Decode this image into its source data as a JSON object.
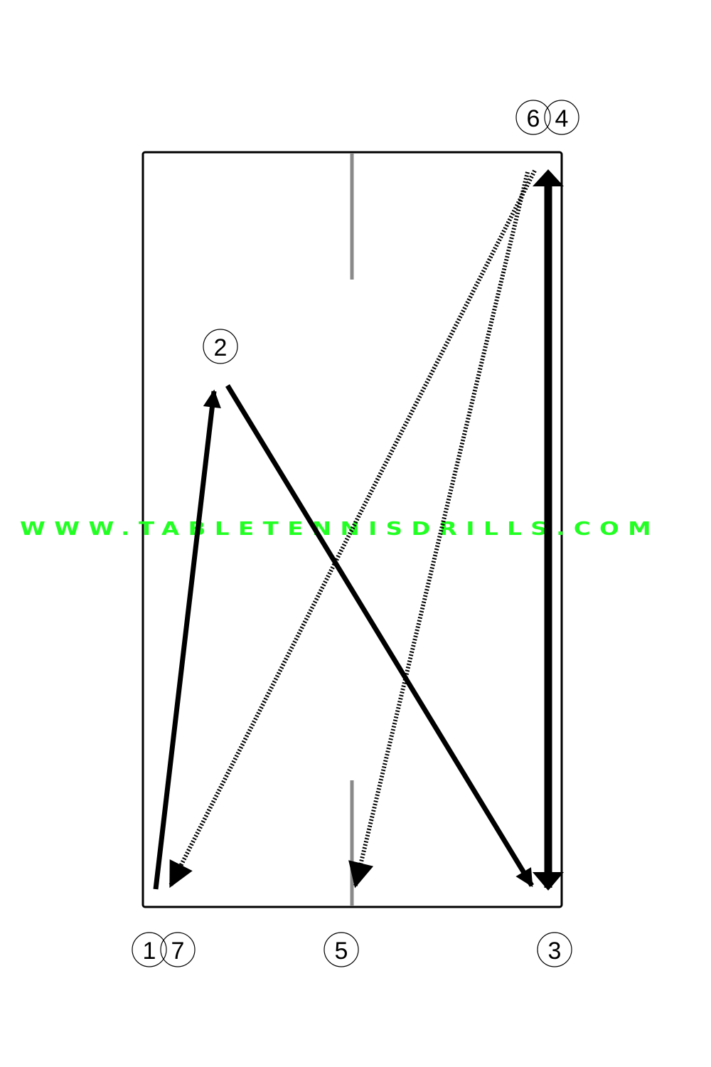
{
  "diagram": {
    "watermark": "WWW.TABLETENNISDRILLS.COM",
    "colors": {
      "line": "#000000",
      "center_line": "#8a8a8a",
      "watermark": "#22ff22",
      "background": "#ffffff"
    },
    "markers": [
      {
        "id": "m1",
        "text": "1"
      },
      {
        "id": "m7",
        "text": "7"
      },
      {
        "id": "m5",
        "text": "5"
      },
      {
        "id": "m3",
        "text": "3"
      },
      {
        "id": "m2",
        "text": "2"
      },
      {
        "id": "m6",
        "text": "6"
      },
      {
        "id": "m4",
        "text": "4"
      }
    ],
    "shots": [
      {
        "order": 1,
        "style": "solid"
      },
      {
        "order": 2,
        "style": "solid"
      },
      {
        "order": 3,
        "style": "solid"
      },
      {
        "order": 4,
        "style": "dotted"
      },
      {
        "order": 5,
        "style": "dotted"
      }
    ]
  }
}
